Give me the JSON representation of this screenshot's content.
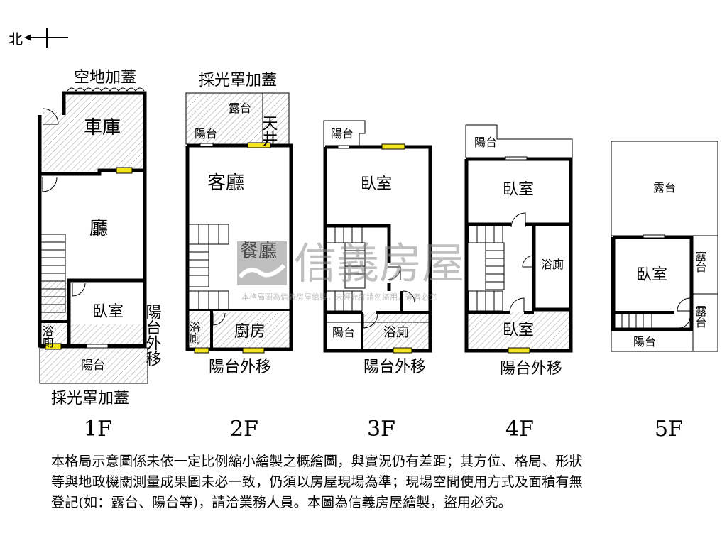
{
  "compass": {
    "label": "北"
  },
  "floors": [
    {
      "label": "1F",
      "rooms": [
        "車庫",
        "廳",
        "臥室",
        "浴廁",
        "陽台"
      ],
      "annotations": [
        "空地加蓋",
        "陽台外移",
        "採光罩加蓋"
      ]
    },
    {
      "label": "2F",
      "rooms": [
        "露台",
        "天井",
        "陽台",
        "客廳",
        "餐廳",
        "浴廁",
        "廚房"
      ],
      "annotations": [
        "採光罩加蓋",
        "陽台外移"
      ]
    },
    {
      "label": "3F",
      "rooms": [
        "陽台",
        "臥室",
        "陽台",
        "浴廁"
      ],
      "annotations": [
        "陽台外移"
      ]
    },
    {
      "label": "4F",
      "rooms": [
        "陽台",
        "臥室",
        "浴廁",
        "臥室"
      ],
      "annotations": [
        "陽台外移"
      ]
    },
    {
      "label": "5F",
      "rooms": [
        "露台",
        "臥室",
        "露台",
        "露台",
        "陽台"
      ],
      "annotations": []
    }
  ],
  "watermark": {
    "brand": "信義房屋",
    "notice": "本格局圖為信義房屋繪製，未經允許請勿盜用，違者必究"
  },
  "disclaimer": {
    "lines": [
      "本格局示意圖係未依一定比例縮小繪製之概繪圖，與實況仍有差距；其方位、格局、形狀",
      "等與地政機關測量成果圖未必一致，仍須以房屋現場為準；現場空間使用方式及面積有無",
      "登記(如：露台、陽台等)，請洽業務人員。本圖為信義房屋繪製，盜用必究。"
    ]
  },
  "colors": {
    "wall": "#000000",
    "window": "#f2e51c",
    "hatch": "#9a9a9a",
    "watermark": "#8c8c8c"
  }
}
